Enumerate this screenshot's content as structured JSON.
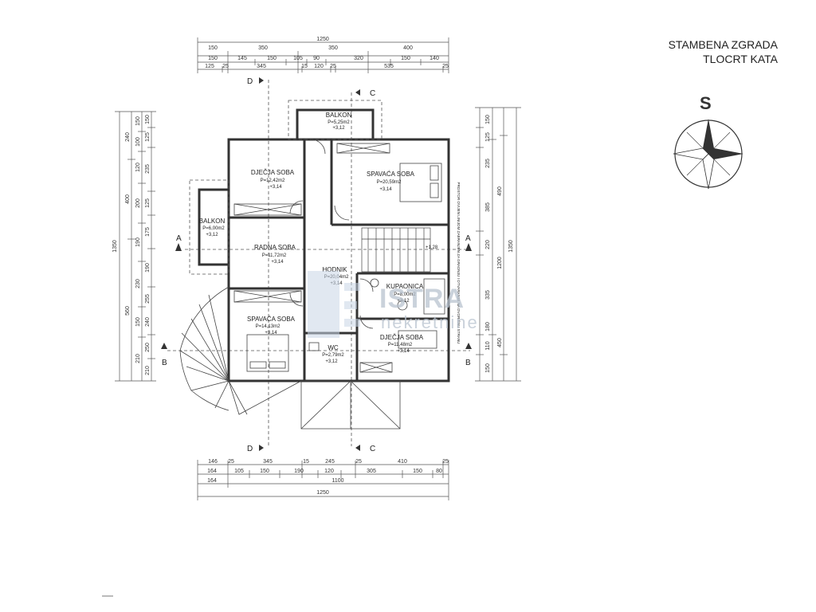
{
  "title": {
    "line1": "STAMBENA ZGRADA",
    "line2": "TLOCRT KATA"
  },
  "compass": {
    "label": "S"
  },
  "watermark": {
    "line1": "ISTRA",
    "line2": "nekretnine"
  },
  "rooms": [
    {
      "name": "DJEČJA SOBA",
      "area": "P=12,42m2",
      "height": "+3,14"
    },
    {
      "name": "SPAVAĆA SOBA",
      "area": "P=20,59m2",
      "height": "+3,14"
    },
    {
      "name": "BALKON",
      "area": "P=5,25m2",
      "height": "+3,12"
    },
    {
      "name": "BALKON",
      "area": "P=6,00m2",
      "height": "+3,12"
    },
    {
      "name": "RADNA SOBA",
      "area": "P=11,72m2",
      "height": "+3,14"
    },
    {
      "name": "HODNIK",
      "area": "P=20,04m2",
      "height": "+3,14"
    },
    {
      "name": "KUPAONICA",
      "area": "P=8,00m2",
      "height": "+3,12"
    },
    {
      "name": "SPAVAĆA SOBA",
      "area": "P=14,13m2",
      "height": "+3,14"
    },
    {
      "name": "WC",
      "area": "P=2,79m2",
      "height": "+3,12"
    },
    {
      "name": "DJEČJA SOBA",
      "area": "P=11,48m2",
      "height": "+3,14"
    }
  ],
  "stair_label": "+1,28",
  "sections": {
    "a": "A",
    "b": "B",
    "c": "C",
    "d": "D"
  },
  "dims": {
    "top_total": "1250",
    "top_row2": [
      "150",
      "350",
      "350",
      "400"
    ],
    "top_row3": [
      "150",
      "145",
      "150",
      "105",
      "90",
      "320",
      "150",
      "140"
    ],
    "top_row4": [
      "125",
      "25",
      "345",
      "15",
      "120",
      "25",
      "535",
      "25"
    ],
    "bottom_row1": [
      "146",
      "25",
      "345",
      "15",
      "245",
      "25",
      "410",
      "25"
    ],
    "bottom_row2": [
      "164",
      "105",
      "150",
      "190",
      "120",
      "305",
      "150",
      "80"
    ],
    "bottom_row3": [
      "164",
      "1100"
    ],
    "bottom_total": "1250",
    "left_total": "1350",
    "left_row2": [
      "240",
      "400",
      "560"
    ],
    "left_row3": [
      "150",
      "100",
      "120",
      "200",
      "190",
      "230",
      "150",
      "210"
    ],
    "left_row4": [
      "150",
      "125",
      "235",
      "125",
      "175",
      "190",
      "255",
      "240",
      "250",
      "210"
    ],
    "right_total": "1350",
    "right_row2": [
      "490",
      "1200",
      "450"
    ],
    "right_row3": [
      "150",
      "125",
      "235",
      "385",
      "220",
      "335",
      "180",
      "110",
      "150"
    ]
  },
  "note": "PROSTOR OVIJEN LINIJOM ZABRANJEN ZA GRADNJU I OTVARANJE NA DVORIŠNU STRANU"
}
